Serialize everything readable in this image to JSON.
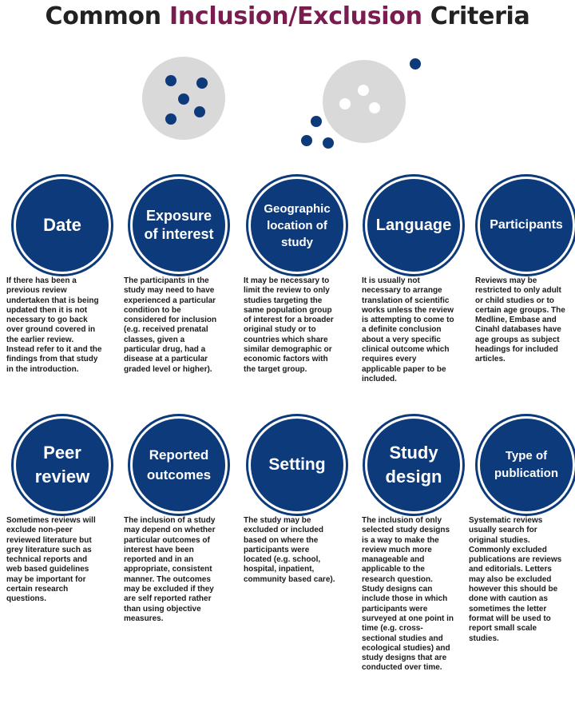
{
  "title": {
    "part1": "Common ",
    "accent": "Inclusion/Exclusion",
    "part2": " Criteria"
  },
  "colors": {
    "badge": "#0c3a7a",
    "accent": "#7a1c50",
    "circle_gray": "#d9d9d9"
  },
  "criteria": [
    {
      "label": "Date",
      "desc": "If there has been a\nprevious review\nundertaken that is being\nupdated then it is not\nnecessary to go back\nover ground covered in\nthe earlier review.\nInstead refer to it and the\nfindings from that study\nin the introduction."
    },
    {
      "label": "Exposure of interest",
      "desc": "The participants in the\nstudy may need to have\nexperienced a particular\ncondition to be\nconsidered for inclusion\n(e.g. received prenatal\nclasses, given a\nparticular drug, had a\ndisease at a particular\ngraded level or higher)."
    },
    {
      "label": "Geographic location of study",
      "desc": "It may be necessary to\nlimit the review to only\nstudies targeting the\nsame population group\nof interest for a broader\noriginal study or to\ncountries which share\nsimilar demographic or\neconomic factors with\nthe target group."
    },
    {
      "label": "Language",
      "desc": "It is usually not\nnecessary to arrange\ntranslation of scientific\nworks unless the review\nis attempting to come to\na definite conclusion\nabout a very specific\nclinical outcome which\nrequires every\napplicable paper to be\nincluded."
    },
    {
      "label": "Participants",
      "desc": "Reviews may be\nrestricted to only adult\nor child studies or to\ncertain age groups.  The\nMedline, Embase and\nCinahl databases have\nage groups as subject\nheadings for included\narticles."
    },
    {
      "label": "Peer review",
      "desc": "Sometimes reviews will\nexclude non-peer\nreviewed literature but\ngrey literature such as\ntechnical reports and\nweb based guidelines\nmay be important for\ncertain research\nquestions."
    },
    {
      "label": "Reported outcomes",
      "desc": "The inclusion of a study\nmay depend on whether\nparticular outcomes of\ninterest have been\nreported and in an\nappropriate, consistent\nmanner.   The outcomes\nmay be excluded if they\nare self reported rather\nthan using objective\nmeasures."
    },
    {
      "label": "Setting",
      "desc": "The study may be\nexcluded or included\nbased on where the\nparticipants were\nlocated (e.g. school,\nhospital, inpatient,\ncommunity based care)."
    },
    {
      "label": "Study design",
      "desc": "The inclusion of only\nselected study designs\nis a way to make the\nreview much more\nmanageable and\napplicable to the\nresearch question.\n Study designs can\ninclude those in which\nparticipants were\nsurveyed at one point in\ntime (e.g. cross-\nsectional studies and\necological studies) and\nstudy designs that are\nconducted over time."
    },
    {
      "label": "Type of publication",
      "desc": "Systematic reviews\nusually search for\noriginal studies.\n Commonly excluded\npublications are reviews\nand editorials.  Letters\nmay also be excluded\nhowever this should be\ndone with caution as\nsometimes the letter\nformat will be used to\nreport small scale\nstudies."
    }
  ]
}
